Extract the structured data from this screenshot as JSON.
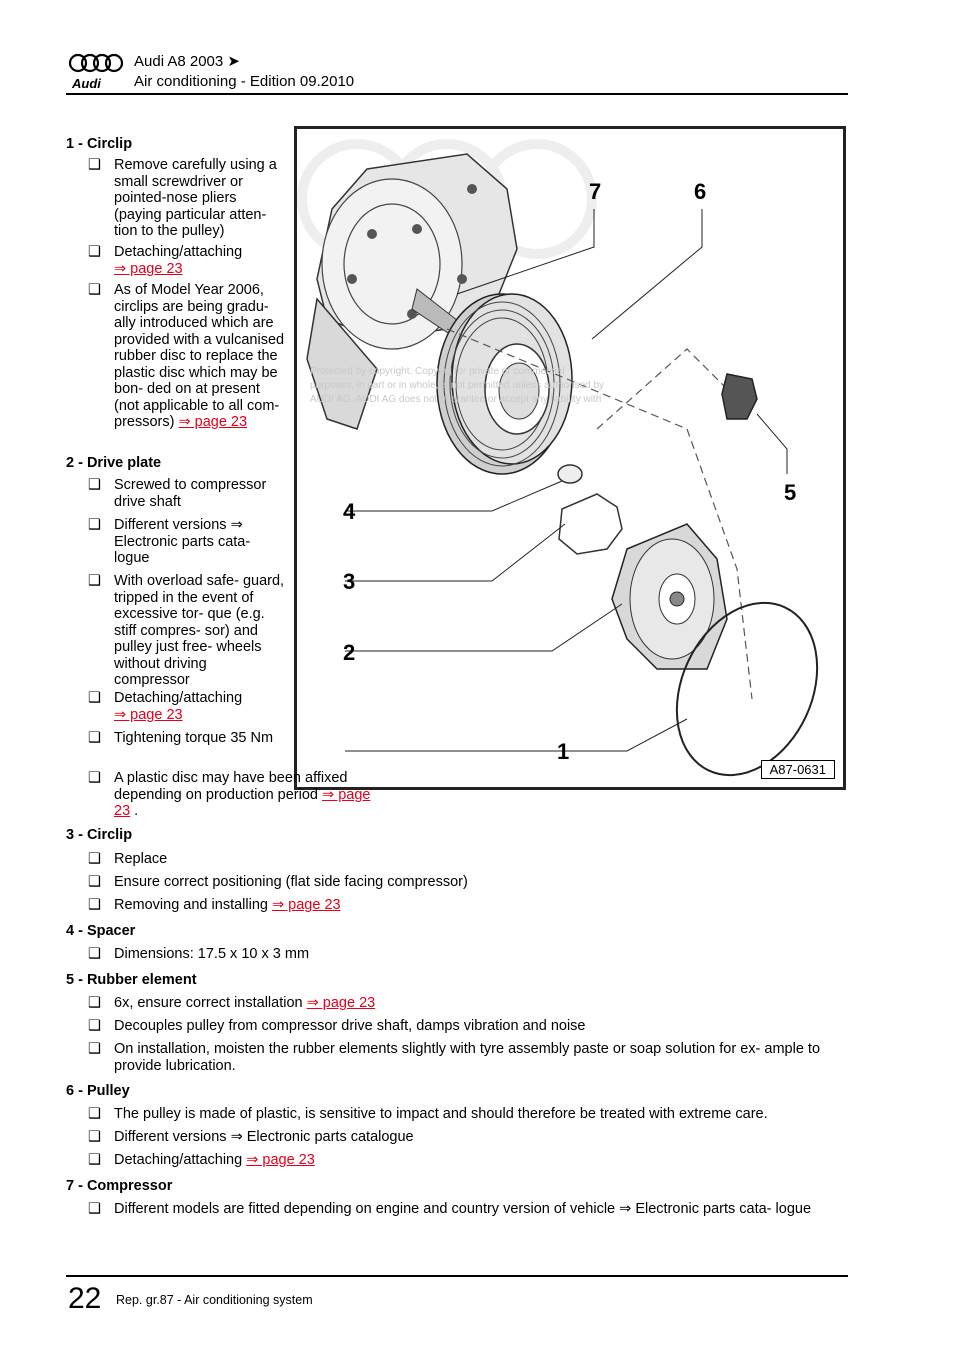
{
  "header": {
    "title": "Audi A8 2003 ➤",
    "subtitle": "Air conditioning - Edition 09.2010",
    "brand": "Audi"
  },
  "figure": {
    "id": "A87-0631",
    "callouts": [
      "7",
      "6",
      "5",
      "4",
      "3",
      "2",
      "1"
    ]
  },
  "sections": [
    {
      "heading": "1 - Circlip",
      "items": [
        {
          "text": "Remove carefully using a small screwdriver or pointed-nose pliers (paying particular atten- tion to the pulley)"
        },
        {
          "text": "Detaching/attaching",
          "link": "⇒ page 23"
        },
        {
          "text": "As of Model Year 2006, circlips are being gradu- ally introduced which are provided with a vulcanised rubber disc to replace the plastic disc which may be bon- ded on at present (not applicable to all com- pressors)",
          "link": "⇒ page 23"
        }
      ]
    },
    {
      "heading": "2 - Drive plate",
      "items": [
        {
          "text": "Screwed to compressor drive shaft"
        },
        {
          "text": "Different versions ⇒ Electronic parts cata- logue"
        },
        {
          "text": "With overload safe- guard, tripped in the event of excessive tor- que (e.g. stiff compres- sor) and pulley just free- wheels without driving compressor"
        },
        {
          "text": "Detaching/attaching",
          "link": "⇒ page 23"
        },
        {
          "text": "Tightening torque 35 Nm"
        },
        {
          "text": "A plastic disc may have been affixed depending on production period",
          "link": "⇒ page 23",
          "after": " ."
        }
      ]
    },
    {
      "heading": "3 - Circlip",
      "items": [
        {
          "text": "Replace"
        },
        {
          "text": "Ensure correct positioning (flat side facing compressor)"
        },
        {
          "text": "Removing and installing",
          "link": "⇒ page 23"
        }
      ]
    },
    {
      "heading": "4 - Spacer",
      "items": [
        {
          "text": "Dimensions: 17.5 x 10 x 3 mm"
        }
      ]
    },
    {
      "heading": "5 - Rubber element",
      "items": [
        {
          "text": "6x, ensure correct installation",
          "link": "⇒ page 23"
        },
        {
          "text": "Decouples pulley from compressor drive shaft, damps vibration and noise"
        },
        {
          "text": "On installation, moisten the rubber elements slightly with tyre assembly paste or soap solution for ex- ample to provide lubrication."
        }
      ]
    },
    {
      "heading": "6 - Pulley",
      "items": [
        {
          "text": "The pulley is made of plastic, is sensitive to impact and should therefore be treated with extreme care."
        },
        {
          "text": "Different versions ⇒ Electronic parts catalogue"
        },
        {
          "text": "Detaching/attaching",
          "link": "⇒ page 23"
        }
      ]
    },
    {
      "heading": "7 - Compressor",
      "items": [
        {
          "text": "Different models are fitted depending on engine and country version of vehicle ⇒ Electronic parts cata- logue"
        }
      ]
    }
  ],
  "watermark": "Protected by copyright. Copying for private or commercial purposes, in part or in whole, is not permitted unless authorised by AUDI AG. AUDI AG does not guarantee or accept any liability with respect to the correctness of information in this document. Copyright by AUDI AG.",
  "footer": {
    "page_number": "22",
    "text": "Rep. gr.87 - Air conditioning system"
  },
  "checkbox_glyph": "❑"
}
